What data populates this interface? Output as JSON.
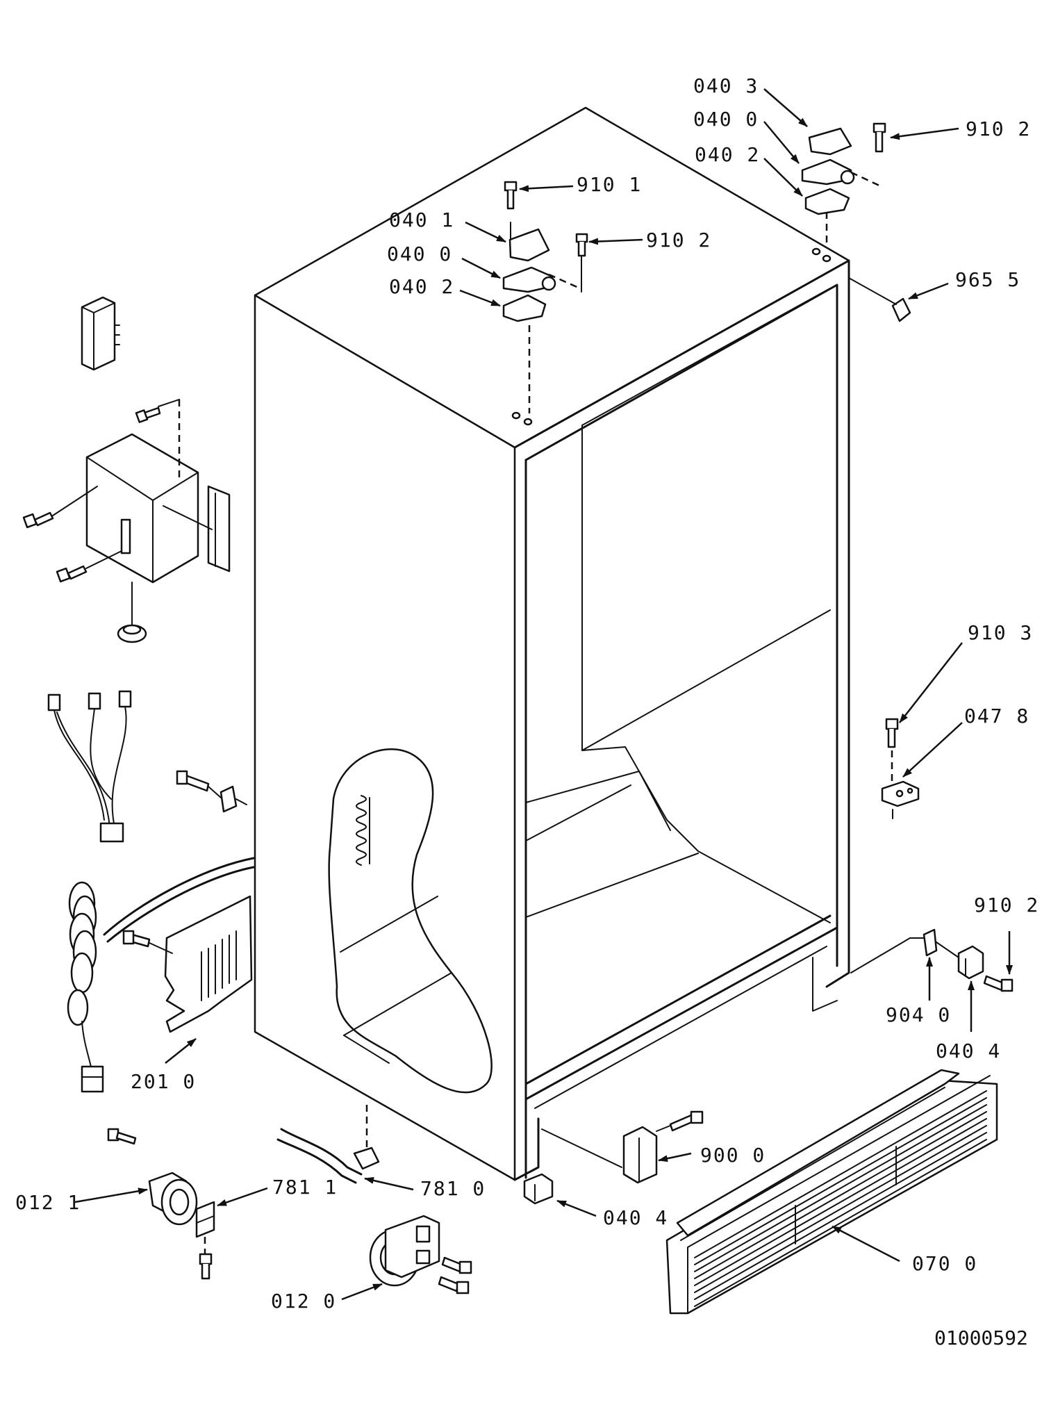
{
  "diagram": {
    "callouts": {
      "c_040_3_top": "040 3",
      "c_040_0_top": "040 0",
      "c_040_2_top": "040 2",
      "c_910_2_topright": "910 2",
      "c_910_1": "910 1",
      "c_040_1": "040 1",
      "c_040_0_mid": "040 0",
      "c_040_2_mid": "040 2",
      "c_910_2_mid": "910 2",
      "c_965_5": "965 5",
      "c_910_3": "910 3",
      "c_047_8": "047 8",
      "c_910_2_right": "910 2",
      "c_904_0": "904 0",
      "c_040_4_right": "040 4",
      "c_201_0": "201 0",
      "c_900_0": "900 0",
      "c_781_1": "781 1",
      "c_781_0": "781 0",
      "c_012_1": "012 1",
      "c_040_4_bottom": "040 4",
      "c_070_0": "070 0",
      "c_012_0": "012 0"
    },
    "drawing_number": "01000592"
  }
}
